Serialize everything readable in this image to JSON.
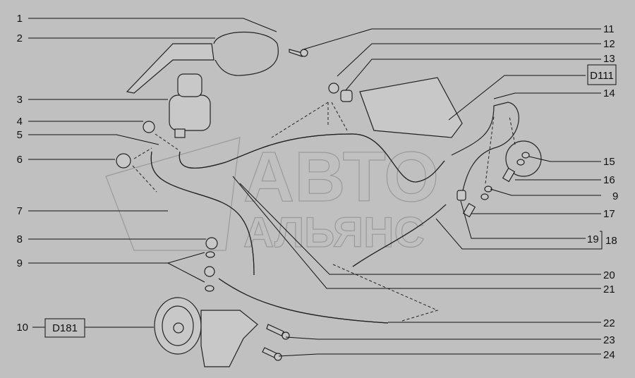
{
  "watermark": {
    "line1": "АВТО",
    "line2": "АЛЬЯНС"
  },
  "left_labels": [
    {
      "num": "1"
    },
    {
      "num": "2"
    },
    {
      "num": "3"
    },
    {
      "num": "4"
    },
    {
      "num": "5"
    },
    {
      "num": "6"
    },
    {
      "num": "7"
    },
    {
      "num": "8"
    },
    {
      "num": "9"
    },
    {
      "num": "10"
    }
  ],
  "right_labels": [
    {
      "num": "11"
    },
    {
      "num": "12"
    },
    {
      "num": "13"
    },
    {
      "num": "14"
    },
    {
      "num": "15"
    },
    {
      "num": "16"
    },
    {
      "num": "9"
    },
    {
      "num": "17"
    },
    {
      "num": "19"
    },
    {
      "num": "18"
    },
    {
      "num": "20"
    },
    {
      "num": "21"
    },
    {
      "num": "22"
    },
    {
      "num": "23"
    },
    {
      "num": "24"
    }
  ],
  "refs": {
    "pump_ref": "D181",
    "rack_ref": "D111"
  }
}
